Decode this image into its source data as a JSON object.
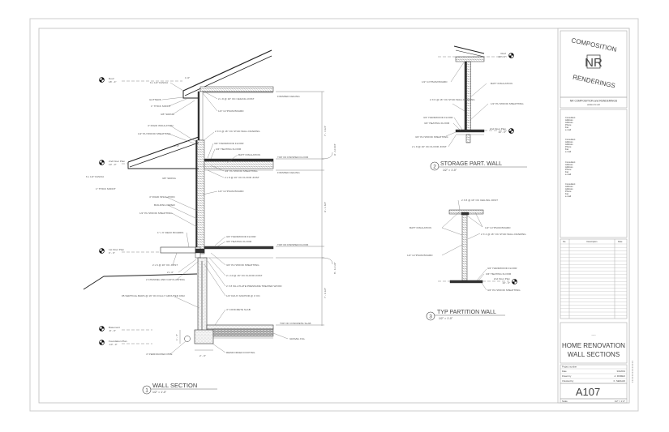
{
  "sheet": {
    "company": {
      "logo_text_top": "COMPOSITION",
      "logo_text_bottom": "RENDERINGS",
      "logo_monogram": "NR",
      "name": "NR COMPOSITION and RENDERINGS",
      "website": "www.nrc.art"
    },
    "consultants": [
      [
        "Consultant",
        "Address",
        "Address",
        "Phone",
        "Fax",
        "e-mail"
      ],
      [
        "Consultant",
        "Address",
        "Address",
        "Phone",
        "Fax",
        "e-mail"
      ],
      [
        "Consultant",
        "Address",
        "Address",
        "Phone",
        "Fax",
        "e-mail"
      ],
      [
        "Consultant",
        "Address",
        "Address",
        "Phone",
        "Fax",
        "e-mail"
      ]
    ],
    "revisions": {
      "headers": [
        "No.",
        "Description",
        "Date"
      ]
    },
    "project": {
      "dashes": "----",
      "name": "HOME RENOVATION",
      "sheet_title": "WALL SECTIONS",
      "rows": [
        {
          "label": "Project number",
          "value": ""
        },
        {
          "label": "Date",
          "value": "3/2/2019"
        },
        {
          "label": "Drawn by",
          "value": "A. ROMEO"
        },
        {
          "label": "Checked by",
          "value": "K. NEZHAD"
        }
      ],
      "sheet_number": "A107",
      "scale_label": "Scale",
      "scale_value": "1/2\" = 1'-0\""
    }
  },
  "views": [
    {
      "number": "1",
      "title": "WALL SECTION",
      "scale": "1/2\" = 1'-0\""
    },
    {
      "number": "2",
      "title": "STORAGE PART. WALL",
      "scale": "1/2\" = 1'-0\""
    },
    {
      "number": "3",
      "title": "TYP PARTITION WALL",
      "scale": "1/2\" = 1'-0\""
    }
  ],
  "levels": {
    "roof": {
      "name": "Roof",
      "elev": "18' - 4\""
    },
    "second": {
      "name": "2nd Floor Plan",
      "elev": "10' - 0\""
    },
    "first": {
      "name": "1st Floor Plan",
      "elev": "0' - 0\""
    },
    "basement": {
      "name": "Basement",
      "elev": "-8' - 0\""
    },
    "foundation": {
      "name": "Foundation Plan",
      "elev": "-10' - 0\""
    }
  },
  "notes_section": [
    "6 x 1/2\" FASCIA",
    "GUTTERS",
    "1\" THICK SOFFIT",
    "3/8\" SIDING",
    "4\" RIGID INSULATION",
    "1/2\" PLYWOOD SHEATHING",
    "2 x 8 @ 16\" OC CEILING JOIST",
    "1/2\" GYPSUM BOARD",
    "2 X 6 @ 16\" OC STUD WALL FRAMING",
    "3/4\" HARDWOOD FLOOR",
    "3/4\" HEATING FLOOR",
    "BATT INSULATION",
    "3/4\" PLYWOOD SHEATHING",
    "2 x 8 @ 16\" OC FLOOR JOIST",
    "FINISHED CEILING",
    "TOP OF FINISHED FLOOR",
    "BUILDING PAPER",
    "1\" x 6\" DECK BOARDS",
    "2 x 6 @ 16\" OC JOIST",
    "2 x 4\"",
    "2 CHANNEL AND CAP FLASHING",
    "#5 VERTICAL BARS @ 16\" OC FULLY GROUTED CMU",
    "4\" PERFORATED PIPE",
    "2 x 10 @ 16\" OC FLOOR JOIST",
    "2 X 8 SILL PLATE PRESSURE TREATED WOOD",
    "1/2\" DIA 6\" ANCHOR @ 4' OC",
    "4\" CONCRETE SLAB",
    "TOP OF CONCRETE SLAB",
    "GRAVEL FILL",
    "REINFORCED FOOTING"
  ],
  "dimensions": [
    "7' - 4 1/4\"",
    "9' - 10 3/4\"",
    "9' - 1 3/4\"",
    "8' - 11 1/2\"",
    "7' - 6 1/2\"",
    "2' - 0\"",
    "1' - 4\"",
    "1'-0\"",
    "1'-0\""
  ],
  "notes_storage": [
    "1/2\" GYPSUM BOARD",
    "BATT INSULATION",
    "2 X 6 @ 16\" OC STUD WALL FRAMING",
    "1/2\" PLYWOOD SHEATHING",
    "3/4\" HARDWOOD FLOOR",
    "3/4\" HEATING FLOOR",
    "3/4\" PLYWOOD SHEATHING",
    "2 x 8 @ 16\" OC FLOOR JOIST"
  ],
  "notes_partition": [
    "2 X 8 @ 16\" OC CEILING JOIST",
    "BATT INSULATION",
    "1/2\" GYPSUM BOARD",
    "2 X 4 @ 16\" OC STUD WALL FRAMING",
    "1/2\" GYPSUM BOARD",
    "3/4\" HARDWOOD FLOOR",
    "3/4\" HEATING FLOOR",
    "3/4\" PLYWOOD SHEATHING"
  ]
}
